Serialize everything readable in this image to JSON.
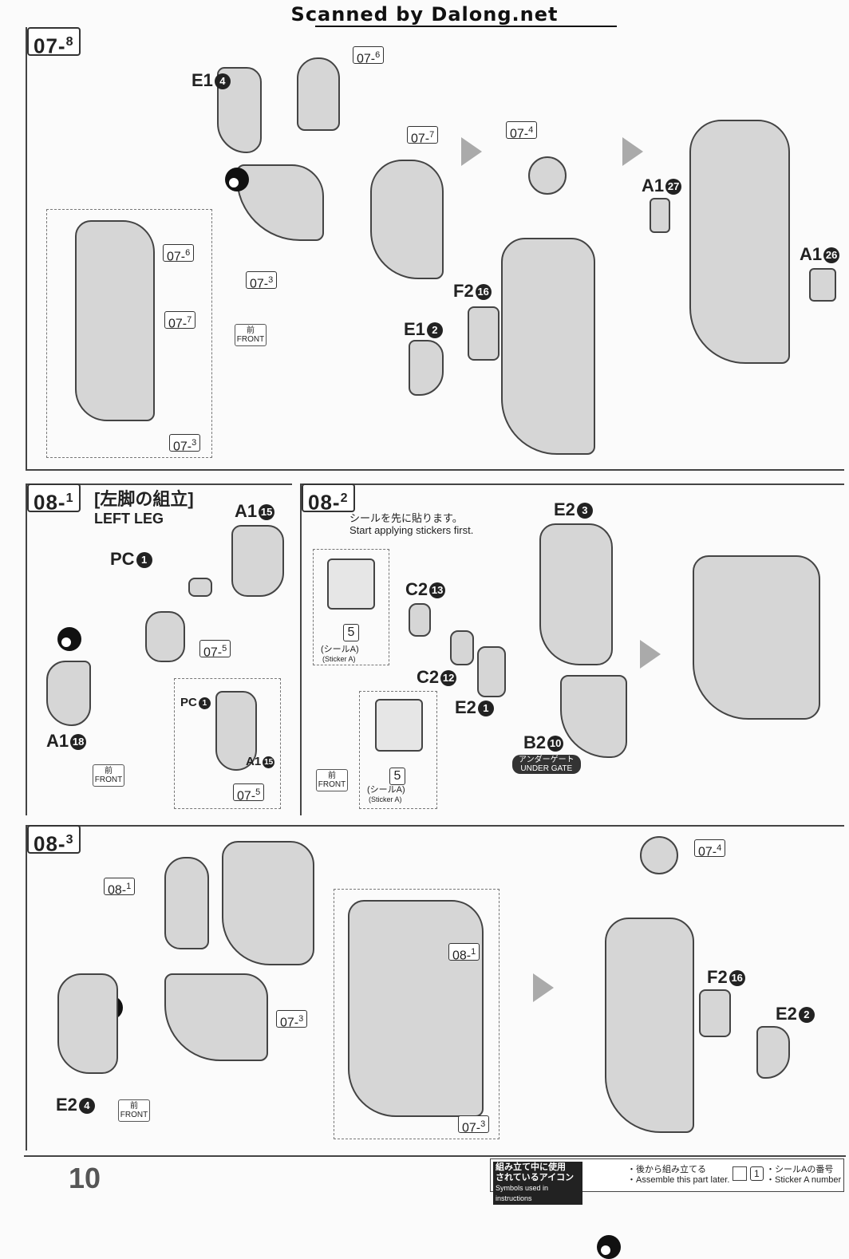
{
  "watermark": "Scanned by Dalong.net",
  "page_number": "10",
  "steps": {
    "s0708": {
      "main": "07",
      "sub": "8"
    },
    "s0801": {
      "main": "08",
      "sub": "1",
      "title_jp": "[左脚の組立]",
      "title_en": "LEFT LEG"
    },
    "s0802": {
      "main": "08",
      "sub": "2",
      "note_jp": "シールを先に貼ります。",
      "note_en": "Start applying stickers first."
    },
    "s0803": {
      "main": "08",
      "sub": "3"
    }
  },
  "refs": {
    "r0706": {
      "main": "07",
      "sub": "6"
    },
    "r0707": {
      "main": "07",
      "sub": "7"
    },
    "r0703": {
      "main": "07",
      "sub": "3"
    },
    "r0704": {
      "main": "07",
      "sub": "4"
    },
    "r0705": {
      "main": "07",
      "sub": "5"
    },
    "r0801": {
      "main": "08",
      "sub": "1"
    }
  },
  "parts": {
    "e1_4": {
      "code": "E1",
      "num": "4"
    },
    "e1_2": {
      "code": "E1",
      "num": "2"
    },
    "f2_16": {
      "code": "F2",
      "num": "16"
    },
    "a1_27": {
      "code": "A1",
      "num": "27"
    },
    "a1_26": {
      "code": "A1",
      "num": "26"
    },
    "a1_15": {
      "code": "A1",
      "num": "15"
    },
    "pc_1": {
      "code": "PC",
      "num": "1"
    },
    "a1_18": {
      "code": "A1",
      "num": "18"
    },
    "e2_3": {
      "code": "E2",
      "num": "3"
    },
    "c2_13": {
      "code": "C2",
      "num": "13"
    },
    "c2_12": {
      "code": "C2",
      "num": "12"
    },
    "e2_1": {
      "code": "E2",
      "num": "1"
    },
    "b2_10": {
      "code": "B2",
      "num": "10"
    },
    "e2_4": {
      "code": "E2",
      "num": "4"
    },
    "e2_2": {
      "code": "E2",
      "num": "2"
    }
  },
  "under_gate": {
    "jp": "アンダーゲート",
    "en": "UNDER GATE"
  },
  "sticker": {
    "num": "5",
    "jp": "(シールA)",
    "en": "(Sticker A)"
  },
  "front": {
    "jp": "前",
    "en": "FRONT"
  },
  "legend": {
    "title_jp_1": "組み立て中に使用",
    "title_jp_2": "されているアイコン",
    "title_en": "Symbols used in instructions",
    "later_jp": "・後から組み立てる",
    "later_en": "・Assemble this part later.",
    "sticker_box": "1",
    "sticker_jp": "・シールAの番号",
    "sticker_en": "・Sticker A number"
  }
}
